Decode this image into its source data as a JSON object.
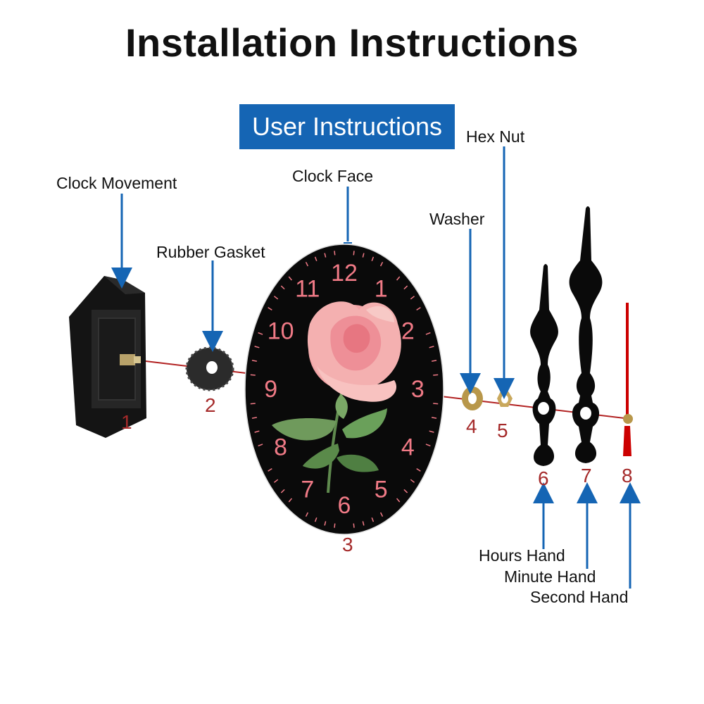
{
  "title": "Installation Instructions",
  "badge": "User Instructions",
  "parts": [
    {
      "number": "1",
      "label": "Clock Movement"
    },
    {
      "number": "2",
      "label": "Rubber Gasket"
    },
    {
      "number": "3",
      "label": "Clock Face"
    },
    {
      "number": "4",
      "label": "Washer"
    },
    {
      "number": "5",
      "label": "Hex Nut"
    },
    {
      "number": "6",
      "label": "Hours Hand"
    },
    {
      "number": "7",
      "label": "Minute Hand"
    },
    {
      "number": "8",
      "label": "Second Hand"
    }
  ],
  "dial_numerals": [
    "12",
    "1",
    "2",
    "3",
    "4",
    "5",
    "6",
    "7",
    "8",
    "9",
    "10",
    "11"
  ],
  "colors": {
    "badge": "#1565b4",
    "arrow": "#1565b4",
    "numerals": "#f07a86",
    "part_numbers": "#a52a2a",
    "axis": "#b22222",
    "second_hand": "#cc0000"
  }
}
